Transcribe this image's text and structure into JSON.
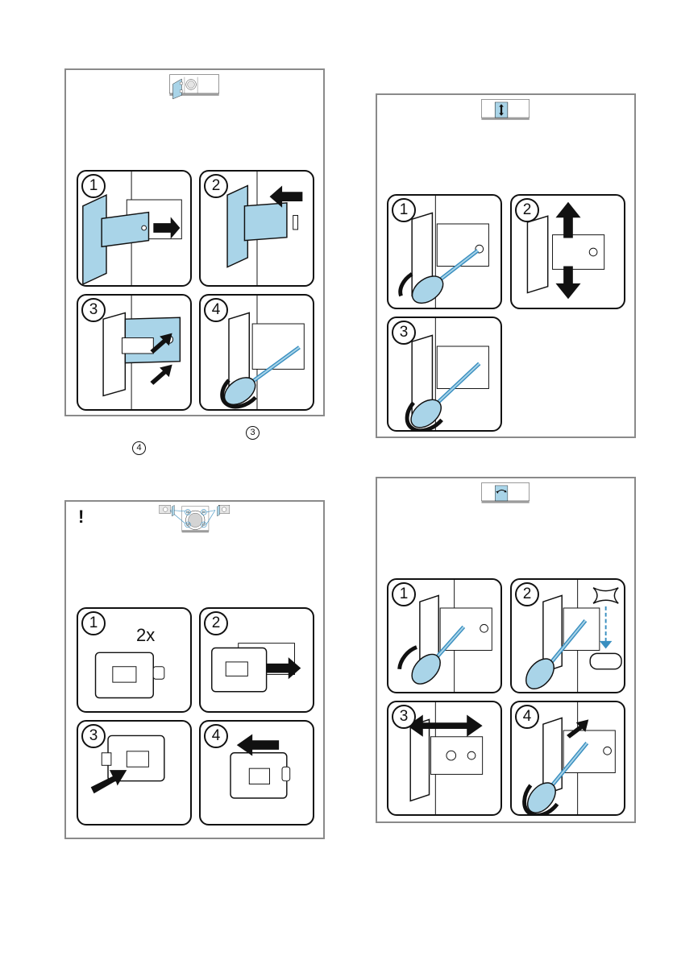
{
  "figure_a": {
    "steps": [
      "1",
      "2",
      "3",
      "4"
    ],
    "caption_refs": [
      "3",
      "4"
    ]
  },
  "figure_b": {
    "warning_mark": "!",
    "steps": [
      "1",
      "2",
      "3",
      "4"
    ],
    "count_label": "2x"
  },
  "figure_c": {
    "steps": [
      "1",
      "2",
      "3"
    ]
  },
  "figure_d": {
    "steps": [
      "1",
      "2",
      "3",
      "4"
    ]
  },
  "colors": {
    "accent_blue": "#a9d4e8",
    "blue_stroke": "#3a8fc0",
    "frame_gray": "#8a8a8a",
    "base_gray": "#9c9c9c"
  }
}
